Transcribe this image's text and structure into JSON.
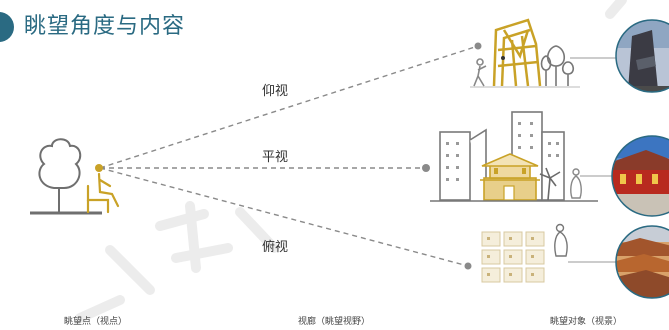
{
  "title": "眺望角度与内容",
  "views": {
    "up": "仰视",
    "level": "平视",
    "down": "俯视"
  },
  "captions": {
    "viewpoint": "眺望点（视点）",
    "corridor": "视廊（眺望视野）",
    "object": "眺望对象（视景）"
  },
  "colors": {
    "title": "#2a6a82",
    "gold": "#c9a227",
    "gray": "#888888",
    "dark_gray": "#555555"
  },
  "icons": [
    "tree-icon",
    "seated-person-icon",
    "cctv-tower-icon",
    "skyline-icon",
    "gate-tower-icon",
    "courtyard-houses-icon",
    "person-icon"
  ]
}
